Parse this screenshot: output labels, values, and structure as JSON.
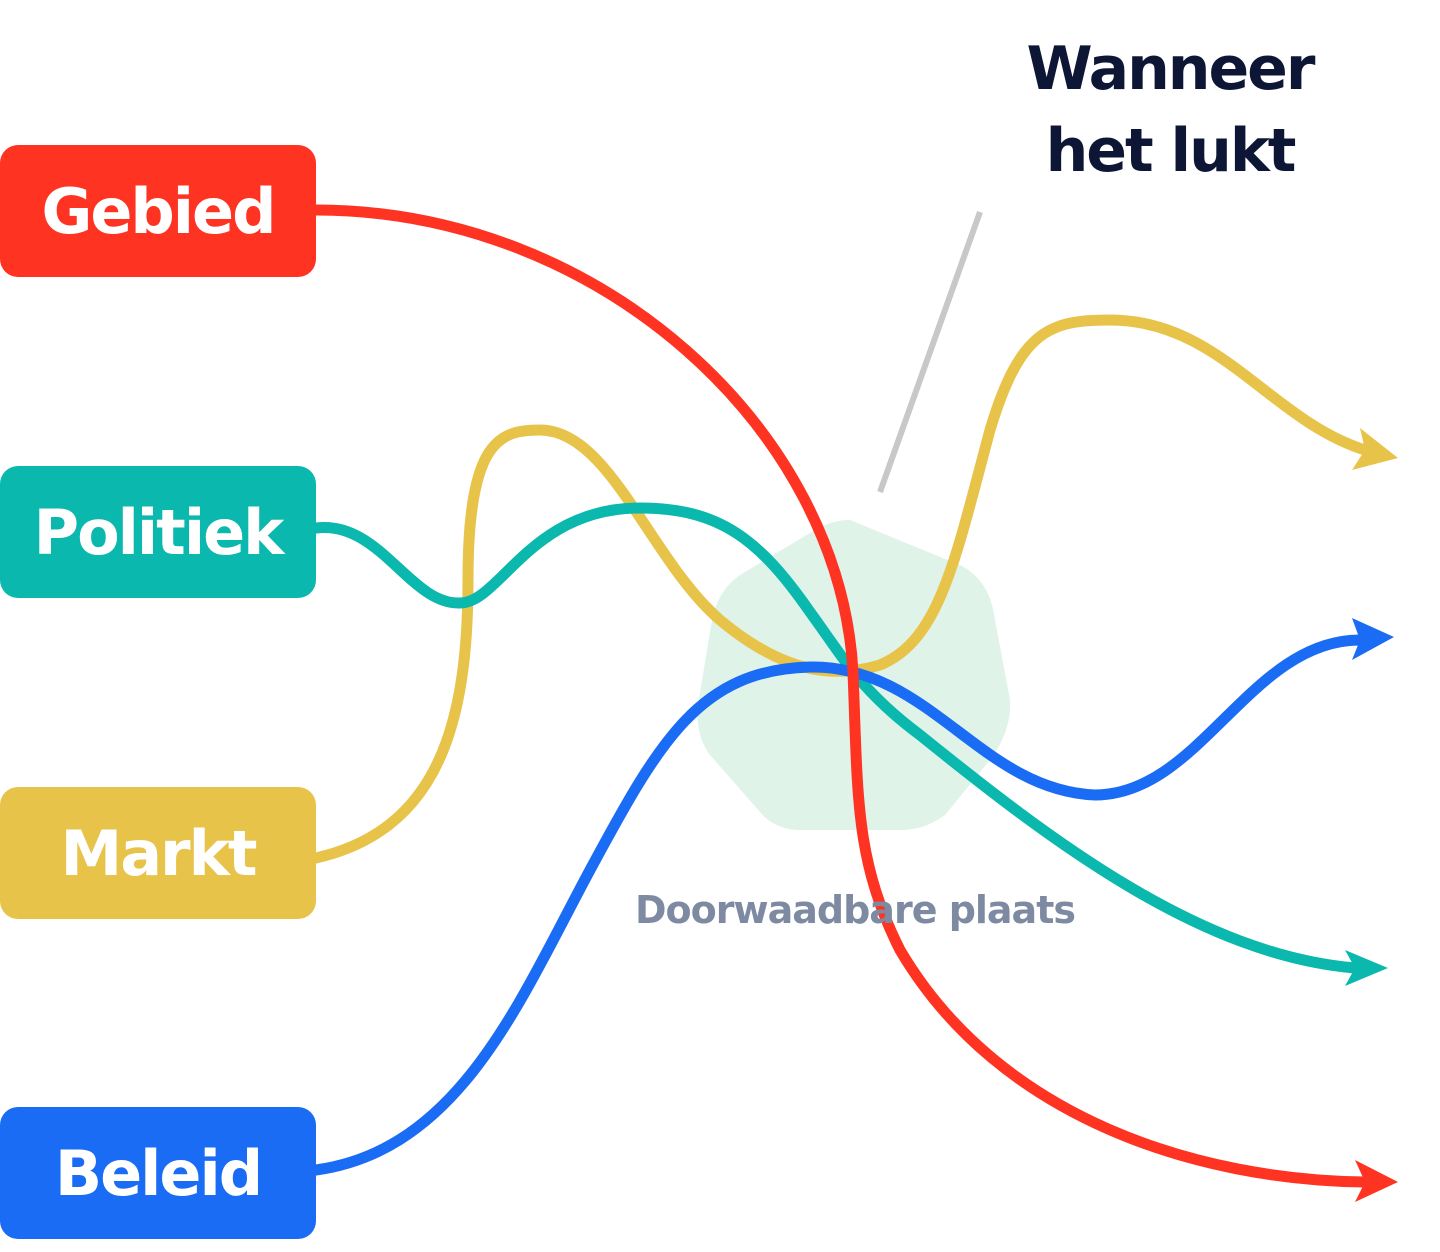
{
  "colors": {
    "gebied": "#ff3322",
    "politiek": "#0ab8ae",
    "markt": "#e8c34a",
    "beleid": "#1a6cf5",
    "crossing_area": "#dff3e9",
    "title_text": "#0d1635",
    "label_text": "#7d8aa2",
    "pointer_line": "#c8c8c8"
  },
  "boxes": [
    {
      "id": "gebied",
      "label": "Gebied"
    },
    {
      "id": "politiek",
      "label": "Politiek"
    },
    {
      "id": "markt",
      "label": "Markt"
    },
    {
      "id": "beleid",
      "label": "Beleid"
    }
  ],
  "title": {
    "line1": "Wanneer",
    "line2": "het lukt"
  },
  "crossing_label": "Doorwaadbare plaats"
}
